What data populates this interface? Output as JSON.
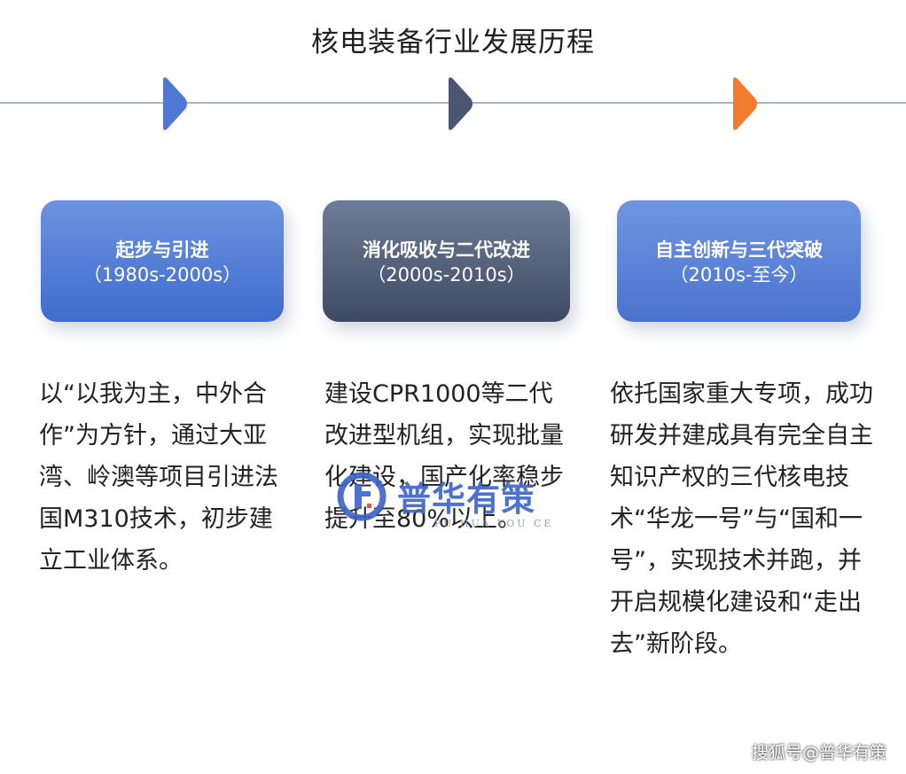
{
  "title": "核电装备行业发展历程",
  "colors": {
    "timeline": "#a9b6c8",
    "stage1": "#4f78d4",
    "stage2": "#4a5670",
    "stage3": "#f07c2c"
  },
  "stages": [
    {
      "marker_icon": "chevron-right-icon",
      "title": "起步与引进",
      "period": "（1980s-2000s）",
      "description": "以“以我为主，中外合作”为方针，通过大亚湾、岭澳等项目引进法国M310技术，初步建立工业体系。"
    },
    {
      "marker_icon": "chevron-right-icon",
      "title": "消化吸收与二代改进",
      "period": "（2000s-2010s）",
      "description": "建设CPR1000等二代改进型机组，实现批量化建设，国产化率稳步提升至80%以上。"
    },
    {
      "marker_icon": "chevron-right-icon",
      "title": "自主创新与三代突破",
      "period": "（2010s-至今）",
      "description": "依托国家重大专项，成功研发并建成具有完全自主知识产权的三代核电技术“华龙一号”与“国和一号”，实现技术并跑，并开启规模化建设和“走出去”新阶段。"
    }
  ],
  "watermark": {
    "text": "普华有策",
    "subtext": "PU HUA YOU CE"
  },
  "footer": {
    "credit": "搜狐号@普华有策"
  }
}
